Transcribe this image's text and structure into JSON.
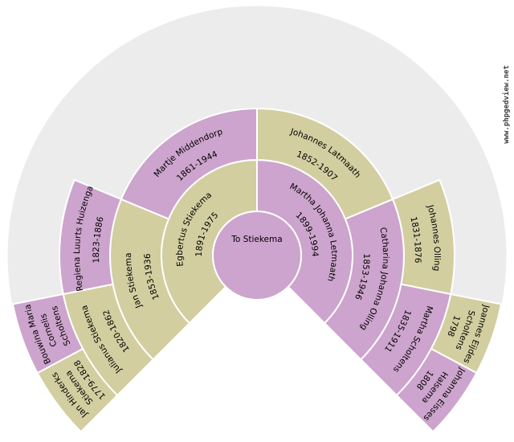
{
  "watermark": "www.phpgedview.net",
  "chart_data": {
    "type": "fan",
    "subtype": "ancestor-fan-chart",
    "fan_width_deg": 270,
    "generations": 5,
    "root": {
      "name": "To Stiekema",
      "sex": "F"
    },
    "persons": [
      {
        "gen": 2,
        "slot": 1,
        "lines": [
          "Egbertus Stiekema"
        ],
        "dates": "1891-1975",
        "sex": "M"
      },
      {
        "gen": 2,
        "slot": 2,
        "lines": [
          "Martha Johanna Letmaath"
        ],
        "dates": "1899-1994",
        "sex": "F"
      },
      {
        "gen": 3,
        "slot": 1,
        "lines": [
          "Jan Stiekema"
        ],
        "dates": "1853-1936",
        "sex": "M"
      },
      {
        "gen": 3,
        "slot": 2,
        "lines": [
          "Martje Middendorp"
        ],
        "dates": "1861-1944",
        "sex": "F"
      },
      {
        "gen": 3,
        "slot": 3,
        "lines": [
          "Johannes Latmaath"
        ],
        "dates": "1852-1907",
        "sex": "M"
      },
      {
        "gen": 3,
        "slot": 4,
        "lines": [
          "Catharina Johanna Olling"
        ],
        "dates": "1853-1946",
        "sex": "F"
      },
      {
        "gen": 4,
        "slot": 1,
        "lines": [
          "Julianus Stiekema"
        ],
        "dates": "1820-1862",
        "sex": "M"
      },
      {
        "gen": 4,
        "slot": 2,
        "lines": [
          "Regiena Luurts Huizenga"
        ],
        "dates": "1823-1886",
        "sex": "F"
      },
      {
        "gen": 4,
        "slot": 7,
        "lines": [
          "Johannes Olling"
        ],
        "dates": "1831-1876",
        "sex": "M"
      },
      {
        "gen": 4,
        "slot": 8,
        "lines": [
          "Martha Scholtens"
        ],
        "dates": "1835-1911",
        "sex": "F"
      },
      {
        "gen": 5,
        "slot": 1,
        "lines": [
          "Jan Hinderks",
          "Stiekema"
        ],
        "dates": "1779-1828",
        "sex": "M"
      },
      {
        "gen": 5,
        "slot": 2,
        "lines": [
          "Bouwina Maria",
          "Cornelis",
          "Scholtens"
        ],
        "dates": "",
        "sex": "F"
      },
      {
        "gen": 5,
        "slot": 15,
        "lines": [
          "Joannes Eijdes",
          "Scholtens"
        ],
        "dates": "1798",
        "sex": "M"
      },
      {
        "gen": 5,
        "slot": 16,
        "lines": [
          "Johanna Eisses",
          "Halsema"
        ],
        "dates": "1808",
        "sex": "F"
      }
    ],
    "colors": {
      "male": "#d2cea0",
      "female": "#cda4cd",
      "empty": "#ececec",
      "separator": "#ffffff",
      "text": "#000000"
    },
    "legend_position": "none",
    "grid": false
  }
}
